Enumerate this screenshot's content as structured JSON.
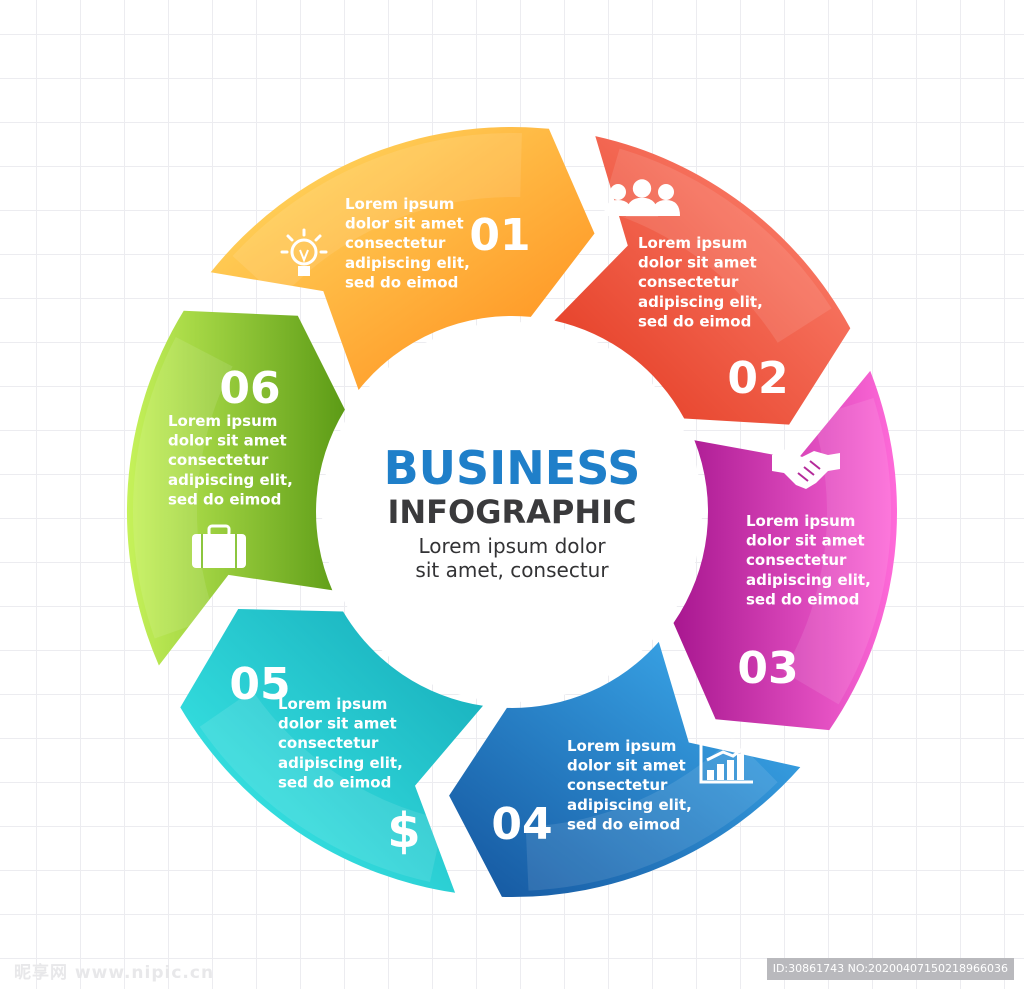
{
  "title": "BUSINESS",
  "subtitle": "INFOGRAPHIC",
  "tagline": [
    "Lorem ipsum dolor",
    "sit amet, consectur"
  ],
  "watermark": {
    "left": "昵享网 www.nipic.cn",
    "right": "ID:30861743 NO:20200407150218966036"
  },
  "segments": [
    {
      "number": "01",
      "icon": "lightbulb-icon",
      "color_light": "#ffe066",
      "color_dark": "#ff8a1a",
      "text": [
        "Lorem ipsum",
        "dolor sit amet",
        "consectetur",
        "adipiscing elit,",
        "sed do eimod"
      ]
    },
    {
      "number": "02",
      "icon": "people-icon",
      "color_light": "#ff8a78",
      "color_dark": "#e2361d",
      "text": [
        "Lorem ipsum",
        "dolor sit amet",
        "consectetur",
        "adipiscing elit,",
        "sed do eimod"
      ]
    },
    {
      "number": "03",
      "icon": "handshake-icon",
      "color_light": "#ff6ad9",
      "color_dark": "#a81790",
      "text": [
        "Lorem ipsum",
        "dolor sit amet",
        "consectetur",
        "adipiscing elit,",
        "sed do eimod"
      ]
    },
    {
      "number": "04",
      "icon": "bar-chart-icon",
      "color_light": "#3fb1f2",
      "color_dark": "#14559e",
      "text": [
        "Lorem ipsum",
        "dolor sit amet",
        "consectetur",
        "adipiscing elit,",
        "sed do eimod"
      ]
    },
    {
      "number": "05",
      "icon": "dollar-icon",
      "color_light": "#3ff0ec",
      "color_dark": "#14a9b8",
      "text": [
        "Lorem ipsum",
        "dolor sit amet",
        "consectetur",
        "adipiscing elit,",
        "sed do eimod"
      ]
    },
    {
      "number": "06",
      "icon": "briefcase-icon",
      "color_light": "#c6f25a",
      "color_dark": "#5c9b16",
      "text": [
        "Lorem ipsum",
        "dolor sit amet",
        "consectetur",
        "adipiscing elit,",
        "sed do eimod"
      ]
    }
  ]
}
